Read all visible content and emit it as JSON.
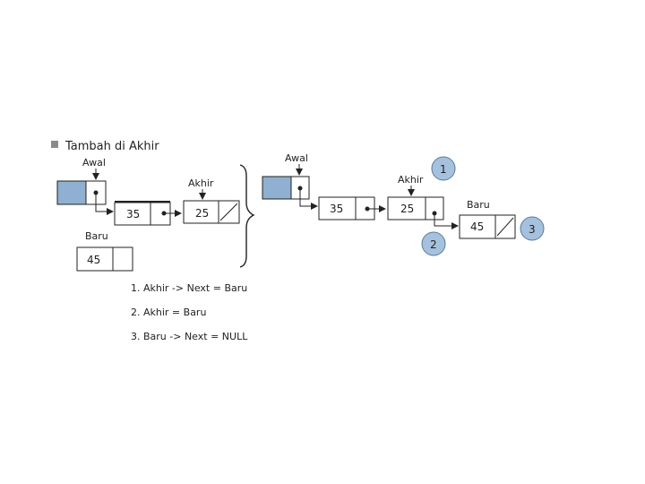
{
  "heading": "Tambah di Akhir",
  "labels": {
    "awal": "Awal",
    "akhir": "Akhir",
    "baru": "Baru"
  },
  "before": {
    "nodes": [
      "35",
      "25"
    ],
    "new_node": "45"
  },
  "after": {
    "nodes": [
      "35",
      "25",
      "45"
    ]
  },
  "badges": [
    "1",
    "2",
    "3"
  ],
  "steps": [
    "1. Akhir -> Next = Baru",
    "2. Akhir = Baru",
    "3. Baru -> Next = NULL"
  ],
  "colors": {
    "head_fill": "#8fb0d0",
    "badge_fill": "#a6c1dd",
    "bullet": "#8a8a8a",
    "line": "#222222"
  }
}
